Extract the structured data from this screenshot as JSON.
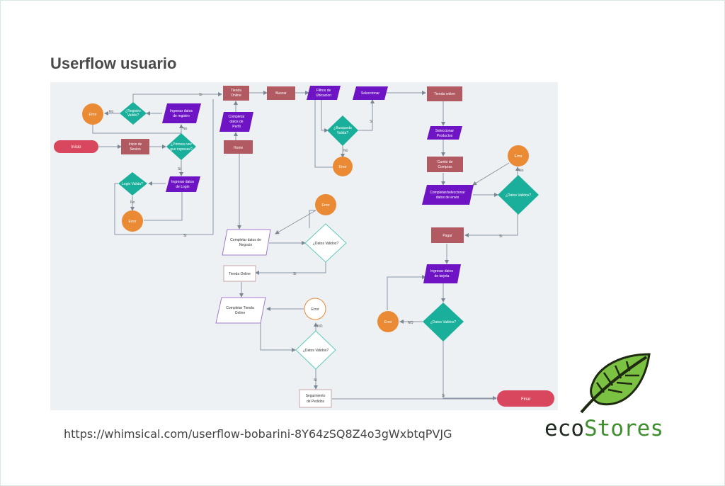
{
  "title": "Userflow usuario",
  "url": "https://whimsical.com/userflow-bobarini-8Y64zSQ8Z4o3gWxbtqPVJG",
  "brand": {
    "part1": "eco",
    "part2": "Stores"
  },
  "colors": {
    "terminal": "#d9475e",
    "process": "#b15a62",
    "io": "#6f14c4",
    "decision": "#1aaf9a",
    "error": "#eb8a35",
    "canvas": "#eef1f4",
    "outline_purple": "#a27acb",
    "outline_teal": "#5ec9bb"
  },
  "nodes": {
    "inicio": "Inicio",
    "inicio_sesion": [
      "Inicio de",
      "Sesion"
    ],
    "registro_valido": [
      "¿Registro",
      "Valido?"
    ],
    "error_registro": "Error",
    "ingresar_registro": [
      "Ingresar datos",
      "de registro"
    ],
    "primera_vez": [
      "¿Primera vez",
      "que ingresas?"
    ],
    "ingresar_login": [
      "Ingresar datos",
      "de Login"
    ],
    "login_valido": "Login Valido?",
    "error_login": "Error",
    "tienda_online_top": [
      "Tienda",
      "Online"
    ],
    "completar_perfil": [
      "Completar",
      "datos de",
      "Perfil"
    ],
    "home": "Home",
    "buscar": "Buscar",
    "filtros": [
      "Filtros de",
      "Ubicacion"
    ],
    "busqueda_valida": [
      "¿Busqueda",
      "Valida?"
    ],
    "error_busqueda": "Error",
    "seleccionar": "Seleccionar",
    "tienda_online_right": "Tienda online",
    "seleccionar_productos": [
      "Seleccionar",
      "Productos"
    ],
    "carrito": [
      "Carrito de",
      "Compras"
    ],
    "error_envio": "Error",
    "completar_envio": [
      "Completar/seleccionar",
      "datos de envio"
    ],
    "datos_validos_envio": "¿Datos Validos?",
    "pagar": "Pagar",
    "ingresar_tarjeta": [
      "Ingresar datos",
      "de tarjeta"
    ],
    "datos_validos_tarjeta": "¿Datos Validos?",
    "error_tarjeta": "Error",
    "final": "Final",
    "completar_negocio": [
      "Completar datos de",
      "Negocio"
    ],
    "datos_validos_negocio": "¿Datos Validos?",
    "error_negocio": "Error",
    "tienda_online_mid": "Tienda Online",
    "completar_tienda": [
      "Completar Tienda",
      "Online"
    ],
    "error_tienda": "Error",
    "datos_validos_tienda": "¿Datos Validos?",
    "seguimiento": [
      "Seguimiento",
      "de Pedidos"
    ]
  },
  "edge_labels": {
    "si": "Si",
    "no": "No",
    "no_upper": "NO"
  }
}
